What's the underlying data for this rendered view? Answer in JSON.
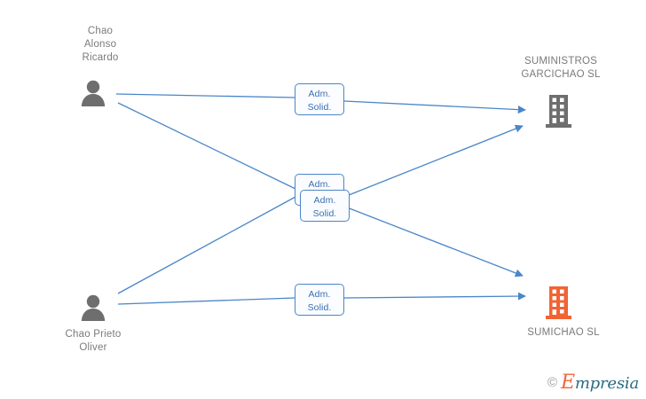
{
  "diagram": {
    "type": "relationship-network",
    "background_color": "#ffffff",
    "edge_color": "#4a86c8",
    "person_icon_color": "#6e6e6e",
    "company_gray_color": "#6e6e6e",
    "company_orange_color": "#f26334",
    "label_text_color": "#7a7a7a"
  },
  "persons": [
    {
      "id": "person-chao-alonso-ricardo",
      "name": "Chao\nAlonso\nRicardo",
      "icon": "person-icon",
      "label_position": "above"
    },
    {
      "id": "person-chao-prieto-oliver",
      "name": "Chao Prieto\nOliver",
      "icon": "person-icon",
      "label_position": "below"
    }
  ],
  "companies": [
    {
      "id": "company-suministros-garcichao-sl",
      "name": "SUMINISTROS\nGARCICHAO SL",
      "icon": "building-icon",
      "color": "#6e6e6e",
      "label_position": "above"
    },
    {
      "id": "company-sumichao-sl",
      "name": "SUMICHAO SL",
      "icon": "building-icon",
      "color": "#f26334",
      "label_position": "below"
    }
  ],
  "edges": [
    {
      "id": "edge-alonso-to-garcichao",
      "from": "person-chao-alonso-ricardo",
      "to": "company-suministros-garcichao-sl",
      "label": "Adm.\nSolid."
    },
    {
      "id": "edge-alonso-to-sumichao",
      "from": "person-chao-alonso-ricardo",
      "to": "company-sumichao-sl",
      "label": "Adm.\nSolid."
    },
    {
      "id": "edge-prieto-to-garcichao",
      "from": "person-chao-prieto-oliver",
      "to": "company-suministros-garcichao-sl",
      "label": "Adm."
    },
    {
      "id": "edge-prieto-to-sumichao",
      "from": "person-chao-prieto-oliver",
      "to": "company-sumichao-sl",
      "label": "Adm.\nSolid."
    }
  ],
  "watermark": {
    "copyright": "©",
    "brand_initial": "E",
    "brand_rest": "mpresia"
  }
}
